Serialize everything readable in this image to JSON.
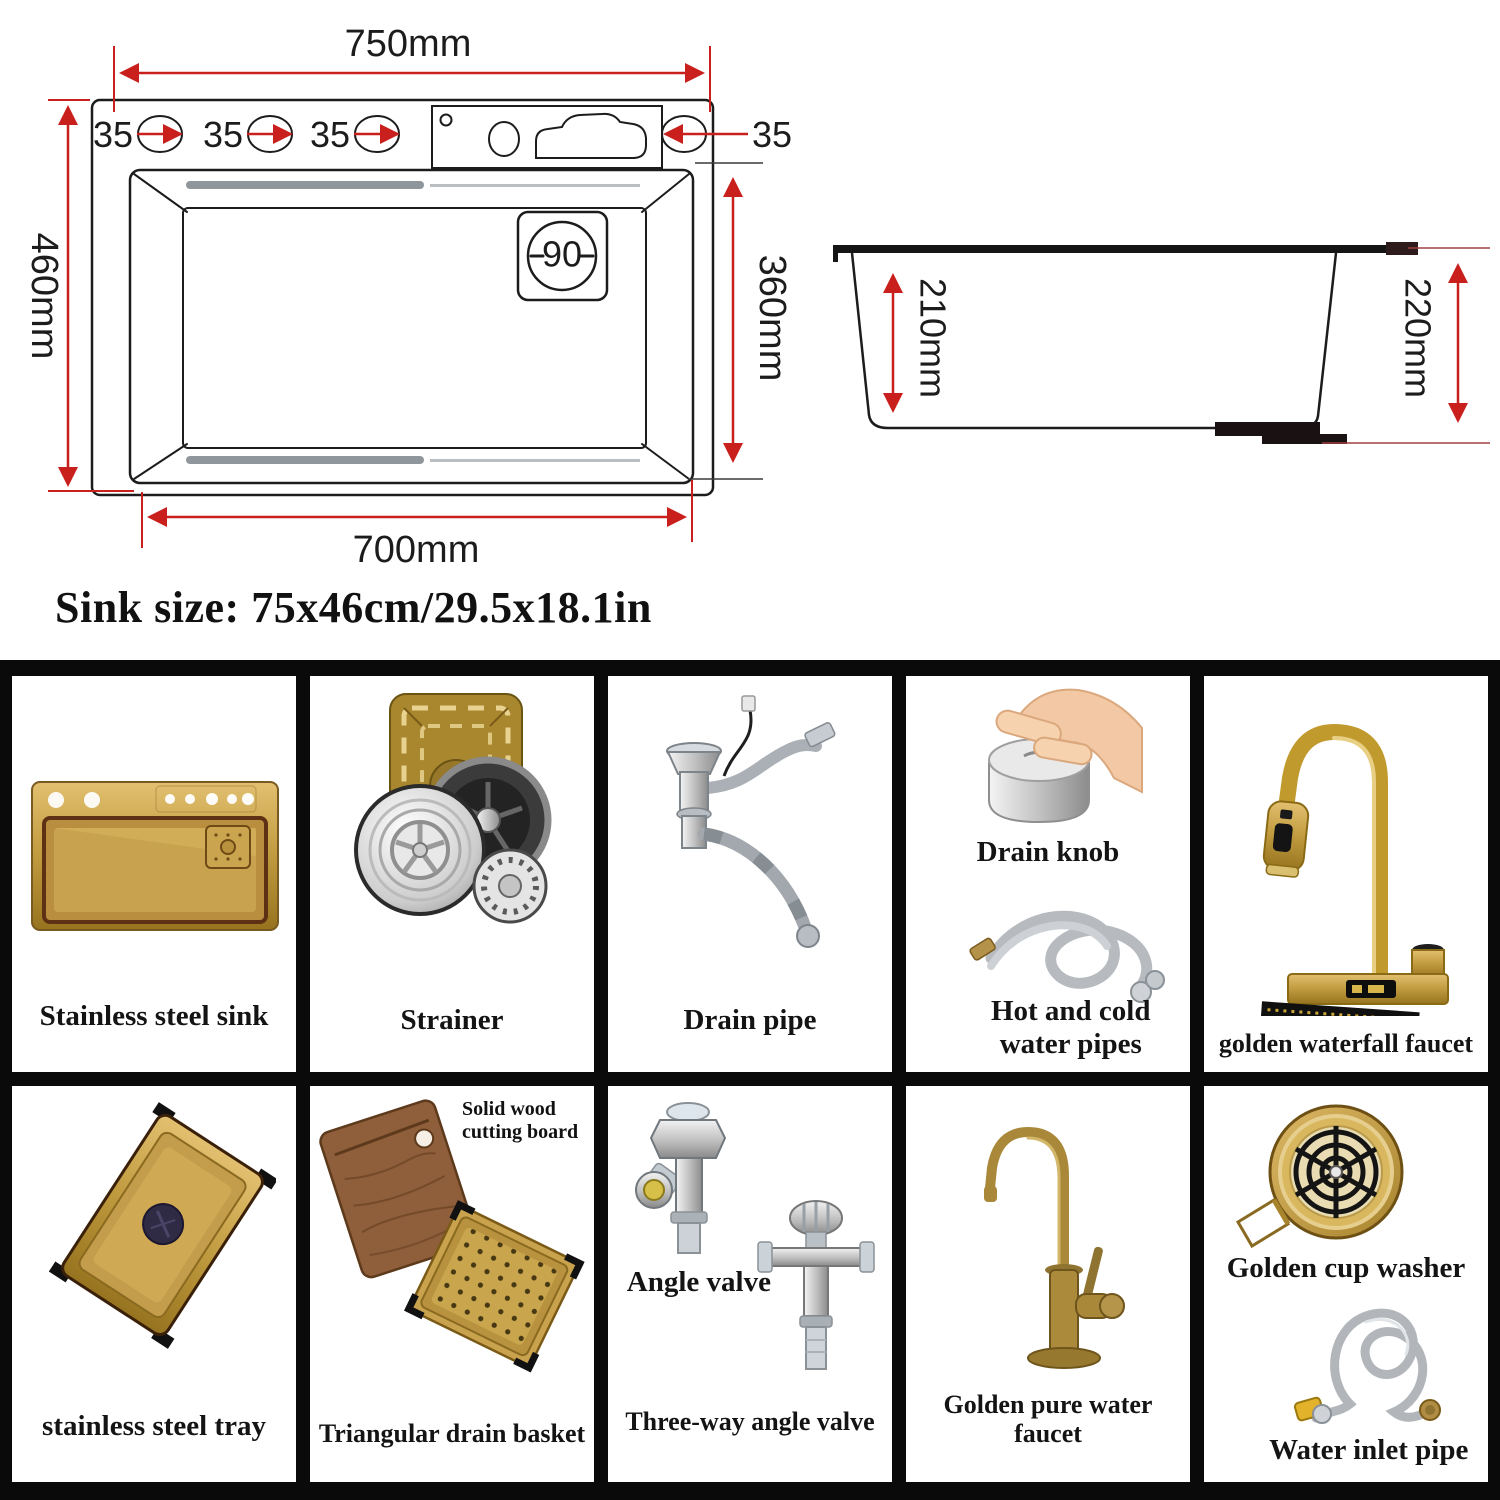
{
  "diagram": {
    "top_view": {
      "overall_width": "750mm",
      "overall_depth": "460mm",
      "bottom_width": "700mm",
      "basin_depth": "360mm",
      "faucet_hole_diameters": [
        "35",
        "35",
        "35",
        "35"
      ],
      "drain_diameter": "90"
    },
    "side_view": {
      "inner_depth": "210mm",
      "overall_height": "220mm"
    },
    "caption": "Sink size: 75x46cm/29.5x18.1in"
  },
  "colors": {
    "dimension_red": "#c9201d",
    "line_black": "#1c1c1c",
    "gold": "#c9a24b",
    "grid_background": "#0a0a0a"
  },
  "grid": {
    "cells": [
      {
        "label": "Stainless steel sink"
      },
      {
        "label": "Strainer"
      },
      {
        "label": "Drain pipe"
      },
      {
        "labels": [
          "Drain knob",
          "Hot and cold water pipes"
        ]
      },
      {
        "label": "golden waterfall faucet"
      },
      {
        "label": "stainless steel tray"
      },
      {
        "annotation": "Solid wood cutting board",
        "label": "Triangular drain basket"
      },
      {
        "labels": [
          "Angle valve",
          "Three-way angle valve"
        ]
      },
      {
        "label": "Golden pure water faucet"
      },
      {
        "labels": [
          "Golden cup washer",
          "Water inlet pipe"
        ]
      }
    ]
  }
}
